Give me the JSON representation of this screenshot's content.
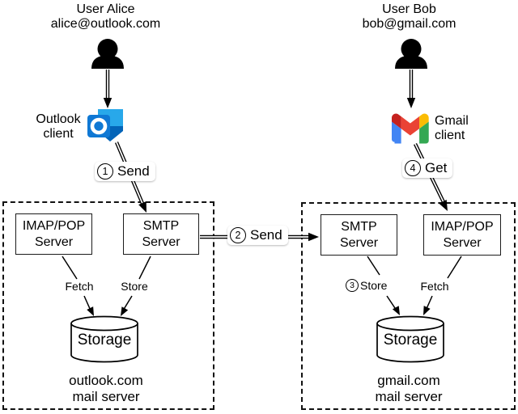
{
  "colors": {
    "background": "#ffffff",
    "line": "#000000",
    "person": "#000000",
    "outlook": {
      "square": "#0f78d4",
      "ring": "#ffffff",
      "top": "#28a8ea",
      "fold": "#0364b8"
    },
    "gmail": {
      "blue": "#4285f4",
      "green": "#34a853",
      "yellow": "#fbbc04",
      "red": "#ea4335",
      "dark_red": "#c5221f"
    }
  },
  "alice": {
    "name": "User Alice",
    "email": "alice@outlook.com",
    "client_line1": "Outlook",
    "client_line2": "client"
  },
  "bob": {
    "name": "User Bob",
    "email": "bob@gmail.com",
    "client_line1": "Gmail",
    "client_line2": "client"
  },
  "steps": {
    "s1": {
      "num": "1",
      "label": "Send"
    },
    "s2": {
      "num": "2",
      "label": "Send"
    },
    "s3": {
      "num": "3",
      "label": "Store"
    },
    "s4": {
      "num": "4",
      "label": "Get"
    }
  },
  "outlook_server": {
    "imap_line1": "IMAP/POP",
    "imap_line2": "Server",
    "smtp_line1": "SMTP",
    "smtp_line2": "Server",
    "fetch": "Fetch",
    "store": "Store",
    "storage": "Storage",
    "caption_line1": "outlook.com",
    "caption_line2": "mail server"
  },
  "gmail_server": {
    "smtp_line1": "SMTP",
    "smtp_line2": "Server",
    "imap_line1": "IMAP/POP",
    "imap_line2": "Server",
    "fetch": "Fetch",
    "storage": "Storage",
    "caption_line1": "gmail.com",
    "caption_line2": "mail server"
  }
}
